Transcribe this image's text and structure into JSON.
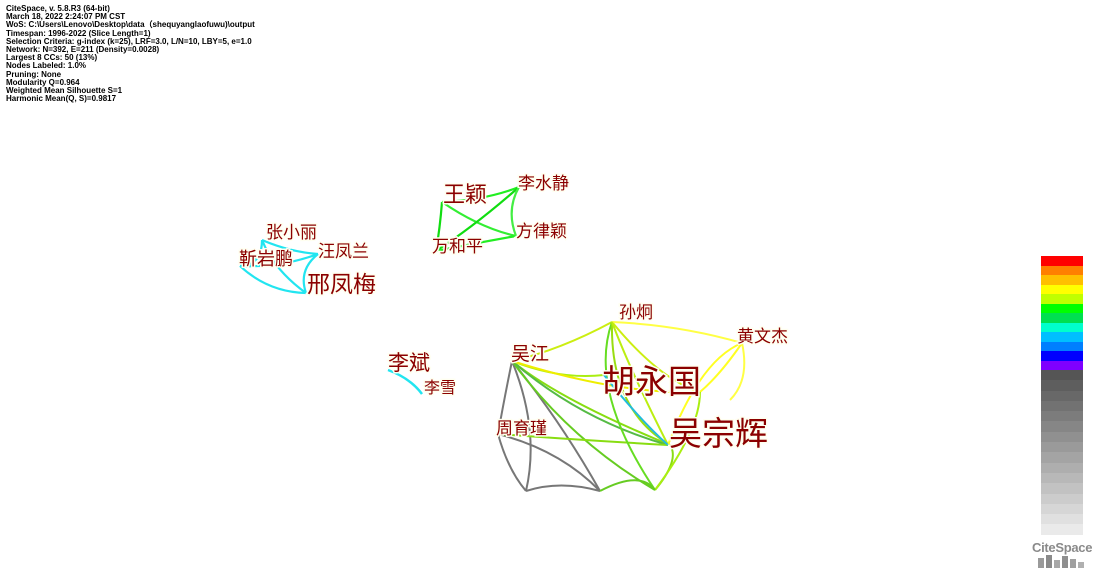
{
  "info_lines": [
    "CiteSpace, v. 5.8.R3 (64-bit)",
    "March 18, 2022 2:24:07 PM CST",
    "WoS: C:\\Users\\Lenovo\\Desktop\\data（shequyanglaofuwu)\\output",
    "Timespan: 1996-2022 (Slice Length=1)",
    "Selection Criteria: g-index (k=25), LRF=3.0, L/N=10, LBY=5, e=1.0",
    "Network: N=392, E=211 (Density=0.0028)",
    "Largest 8 CCs: 50 (13%)",
    "Nodes Labeled: 1.0%",
    "Pruning: None",
    "Modularity Q=0.964",
    "Weighted Mean Silhouette S=1",
    "Harmonic Mean(Q, S)=0.9817"
  ],
  "nodes": [
    {
      "id": "wangying",
      "label": "王颖",
      "size": 22
    },
    {
      "id": "lishuijing",
      "label": "李水静",
      "size": 17
    },
    {
      "id": "fanglvying",
      "label": "方律颖",
      "size": 17
    },
    {
      "id": "wanheping",
      "label": "万和平",
      "size": 17
    },
    {
      "id": "zhangxiaoli",
      "label": "张小丽",
      "size": 17
    },
    {
      "id": "wangfenglan",
      "label": "汪凤兰",
      "size": 17
    },
    {
      "id": "jinyanpeng",
      "label": "靳岩鹏",
      "size": 18
    },
    {
      "id": "xingfengmei",
      "label": "邢凤梅",
      "size": 23
    },
    {
      "id": "libin",
      "label": "李斌",
      "size": 21
    },
    {
      "id": "lixue",
      "label": "李雪",
      "size": 16
    },
    {
      "id": "sunjiong",
      "label": "孙炯",
      "size": 17
    },
    {
      "id": "huangwenjie",
      "label": "黄文杰",
      "size": 17
    },
    {
      "id": "wujiang",
      "label": "吴江",
      "size": 19
    },
    {
      "id": "huyongguo",
      "label": "胡永国",
      "size": 33
    },
    {
      "id": "wuzonghui",
      "label": "吴宗辉",
      "size": 33
    },
    {
      "id": "zhouyujin",
      "label": "周育瑾",
      "size": 17
    }
  ],
  "legend_colors": [
    "#ff0000",
    "#ff7f00",
    "#ffbf00",
    "#ffff00",
    "#bfff00",
    "#00ff00",
    "#00e050",
    "#00ffcc",
    "#00bfff",
    "#007fff",
    "#0000ff",
    "#7f00ff",
    "#555555",
    "#5e5e5e",
    "#686868",
    "#727272",
    "#7c7c7c",
    "#868686",
    "#909090",
    "#9a9a9a",
    "#a4a4a4",
    "#aeaeae",
    "#b8b8b8",
    "#c2c2c2",
    "#cccccc",
    "#d6d6d6",
    "#e0e0e0",
    "#eaeaea"
  ],
  "logo": {
    "text": "CiteSpace"
  }
}
